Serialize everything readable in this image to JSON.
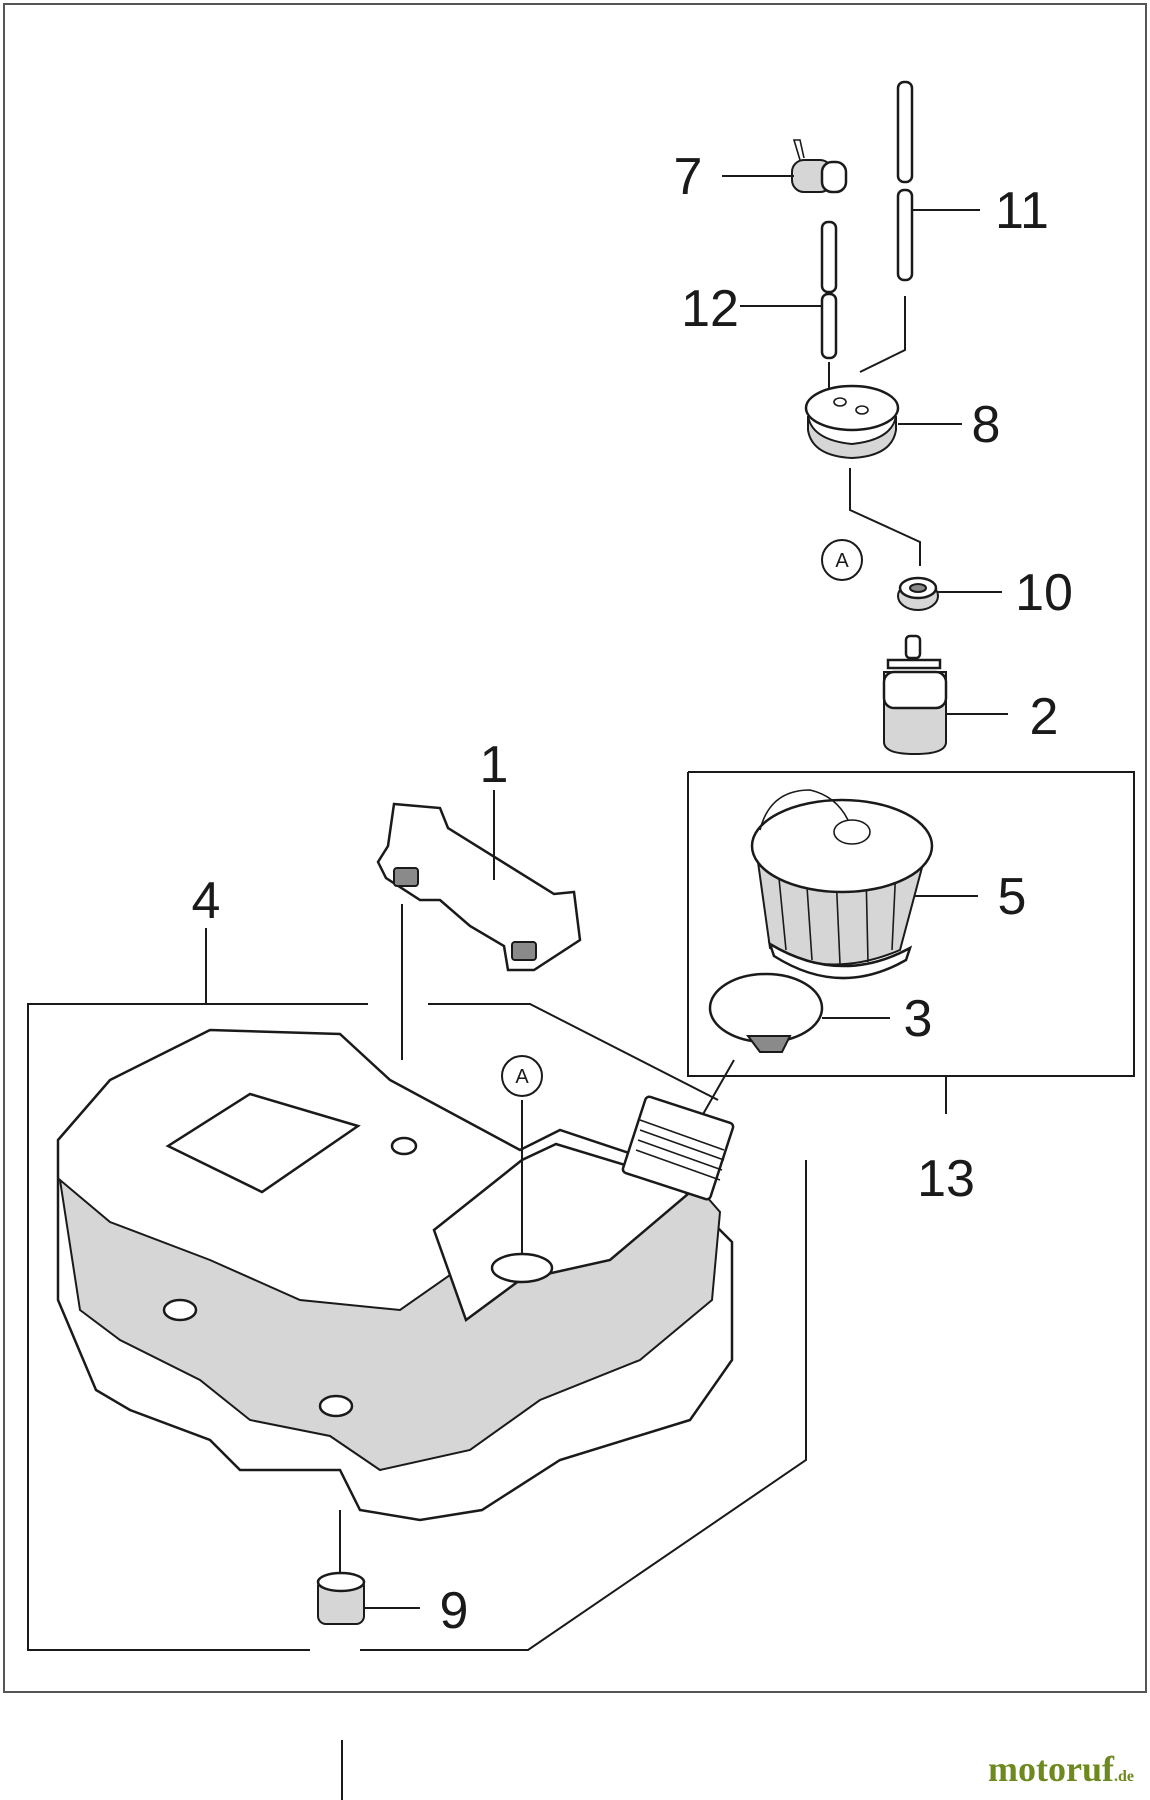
{
  "labels": {
    "p1": "1",
    "p2": "2",
    "p3": "3",
    "p4": "4",
    "p5": "5",
    "p7": "7",
    "p8": "8",
    "p9": "9",
    "p10": "10",
    "p11": "11",
    "p12": "12",
    "p13": "13"
  },
  "markers": {
    "a_top": "A",
    "a_tank": "A"
  },
  "watermark": {
    "brand": "motoruf",
    "tld": ".de"
  }
}
